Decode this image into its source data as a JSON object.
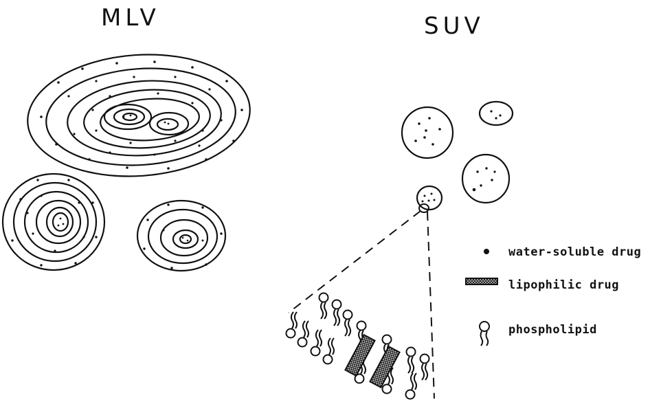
{
  "titles": {
    "mlv": "MLV",
    "suv": "SUV"
  },
  "legend": {
    "water_soluble_drug": "water-soluble drug",
    "lipophilic_drug": "lipophilic drug",
    "phospholipid": "phospholipid"
  },
  "colors": {
    "ink": "#111111",
    "background": "#ffffff"
  }
}
